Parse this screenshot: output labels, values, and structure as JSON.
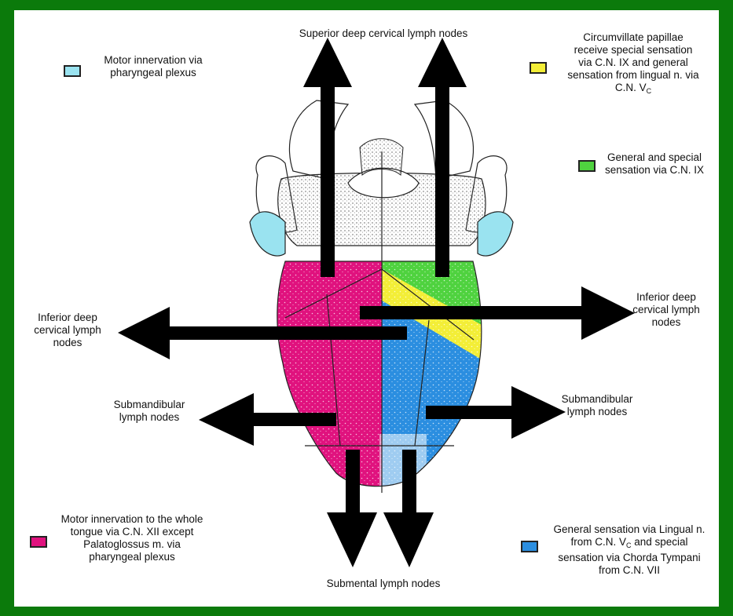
{
  "colors": {
    "frame_border": "#0b7a0b",
    "cyan": "#9ae3f0",
    "yellow": "#f3ee37",
    "green": "#4fd23f",
    "magenta": "#e0127e",
    "blue": "#2b8ee0",
    "arrow": "#000000"
  },
  "legend": {
    "cyan": "Motor innervation via\npharyngeal plexus",
    "yellow_lines": [
      "Circumvillate papillae",
      "receive special sensation",
      "via C.N. IX and general",
      "sensation from lingual n. via"
    ],
    "yellow_cn": "C.N. V",
    "yellow_sub": "C",
    "green": "General and special\nsensation via C.N. IX",
    "magenta": "Motor innervation to the whole\ntongue via C.N. XII except\nPalatoglossus m. via\npharyngeal plexus",
    "blue_l1": "General sensation via Lingual n.",
    "blue_l2_pre": "from C.N. V",
    "blue_l2_sub": "C",
    "blue_l2_post": " and special",
    "blue_l3": "sensation via Chorda Tympani\nfrom C.N. VII"
  },
  "lymph": {
    "superior": "Superior deep cervical lymph nodes",
    "inferior_left": "Inferior deep\ncervical lymph\nnodes",
    "inferior_right": "Inferior deep\ncervical lymph\nnodes",
    "submandibular_left": "Submandibular\nlymph nodes",
    "submandibular_right": "Submandibular\nlymph nodes",
    "submental": "Submental lymph nodes"
  }
}
